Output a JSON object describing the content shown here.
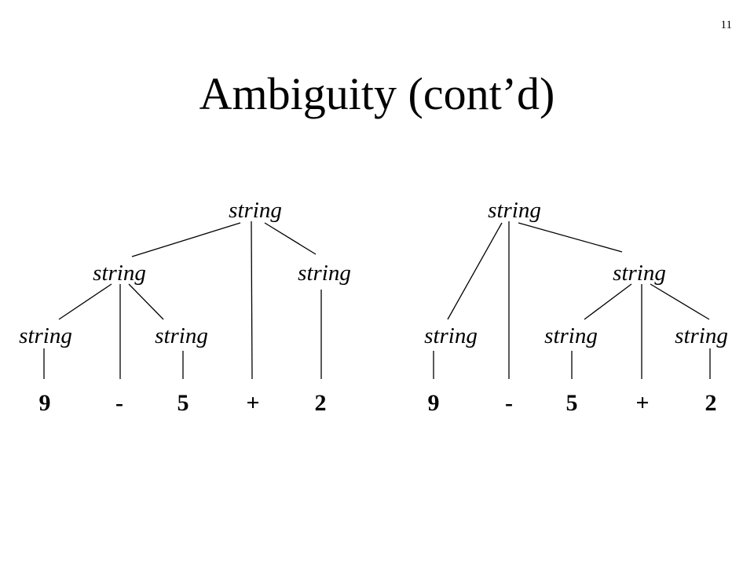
{
  "slide": {
    "number": "11",
    "title": "Ambiguity (cont’d)"
  },
  "trees": [
    {
      "nodes": {
        "root": "string",
        "left": "string",
        "right": "string",
        "left_left": "string",
        "left_right": "string"
      },
      "tokens": [
        "9",
        "-",
        "5",
        "+",
        "2"
      ]
    },
    {
      "nodes": {
        "root": "string",
        "left": "string",
        "right": "string",
        "right_left": "string",
        "right_right": "string"
      },
      "tokens": [
        "9",
        "-",
        "5",
        "+",
        "2"
      ]
    }
  ]
}
